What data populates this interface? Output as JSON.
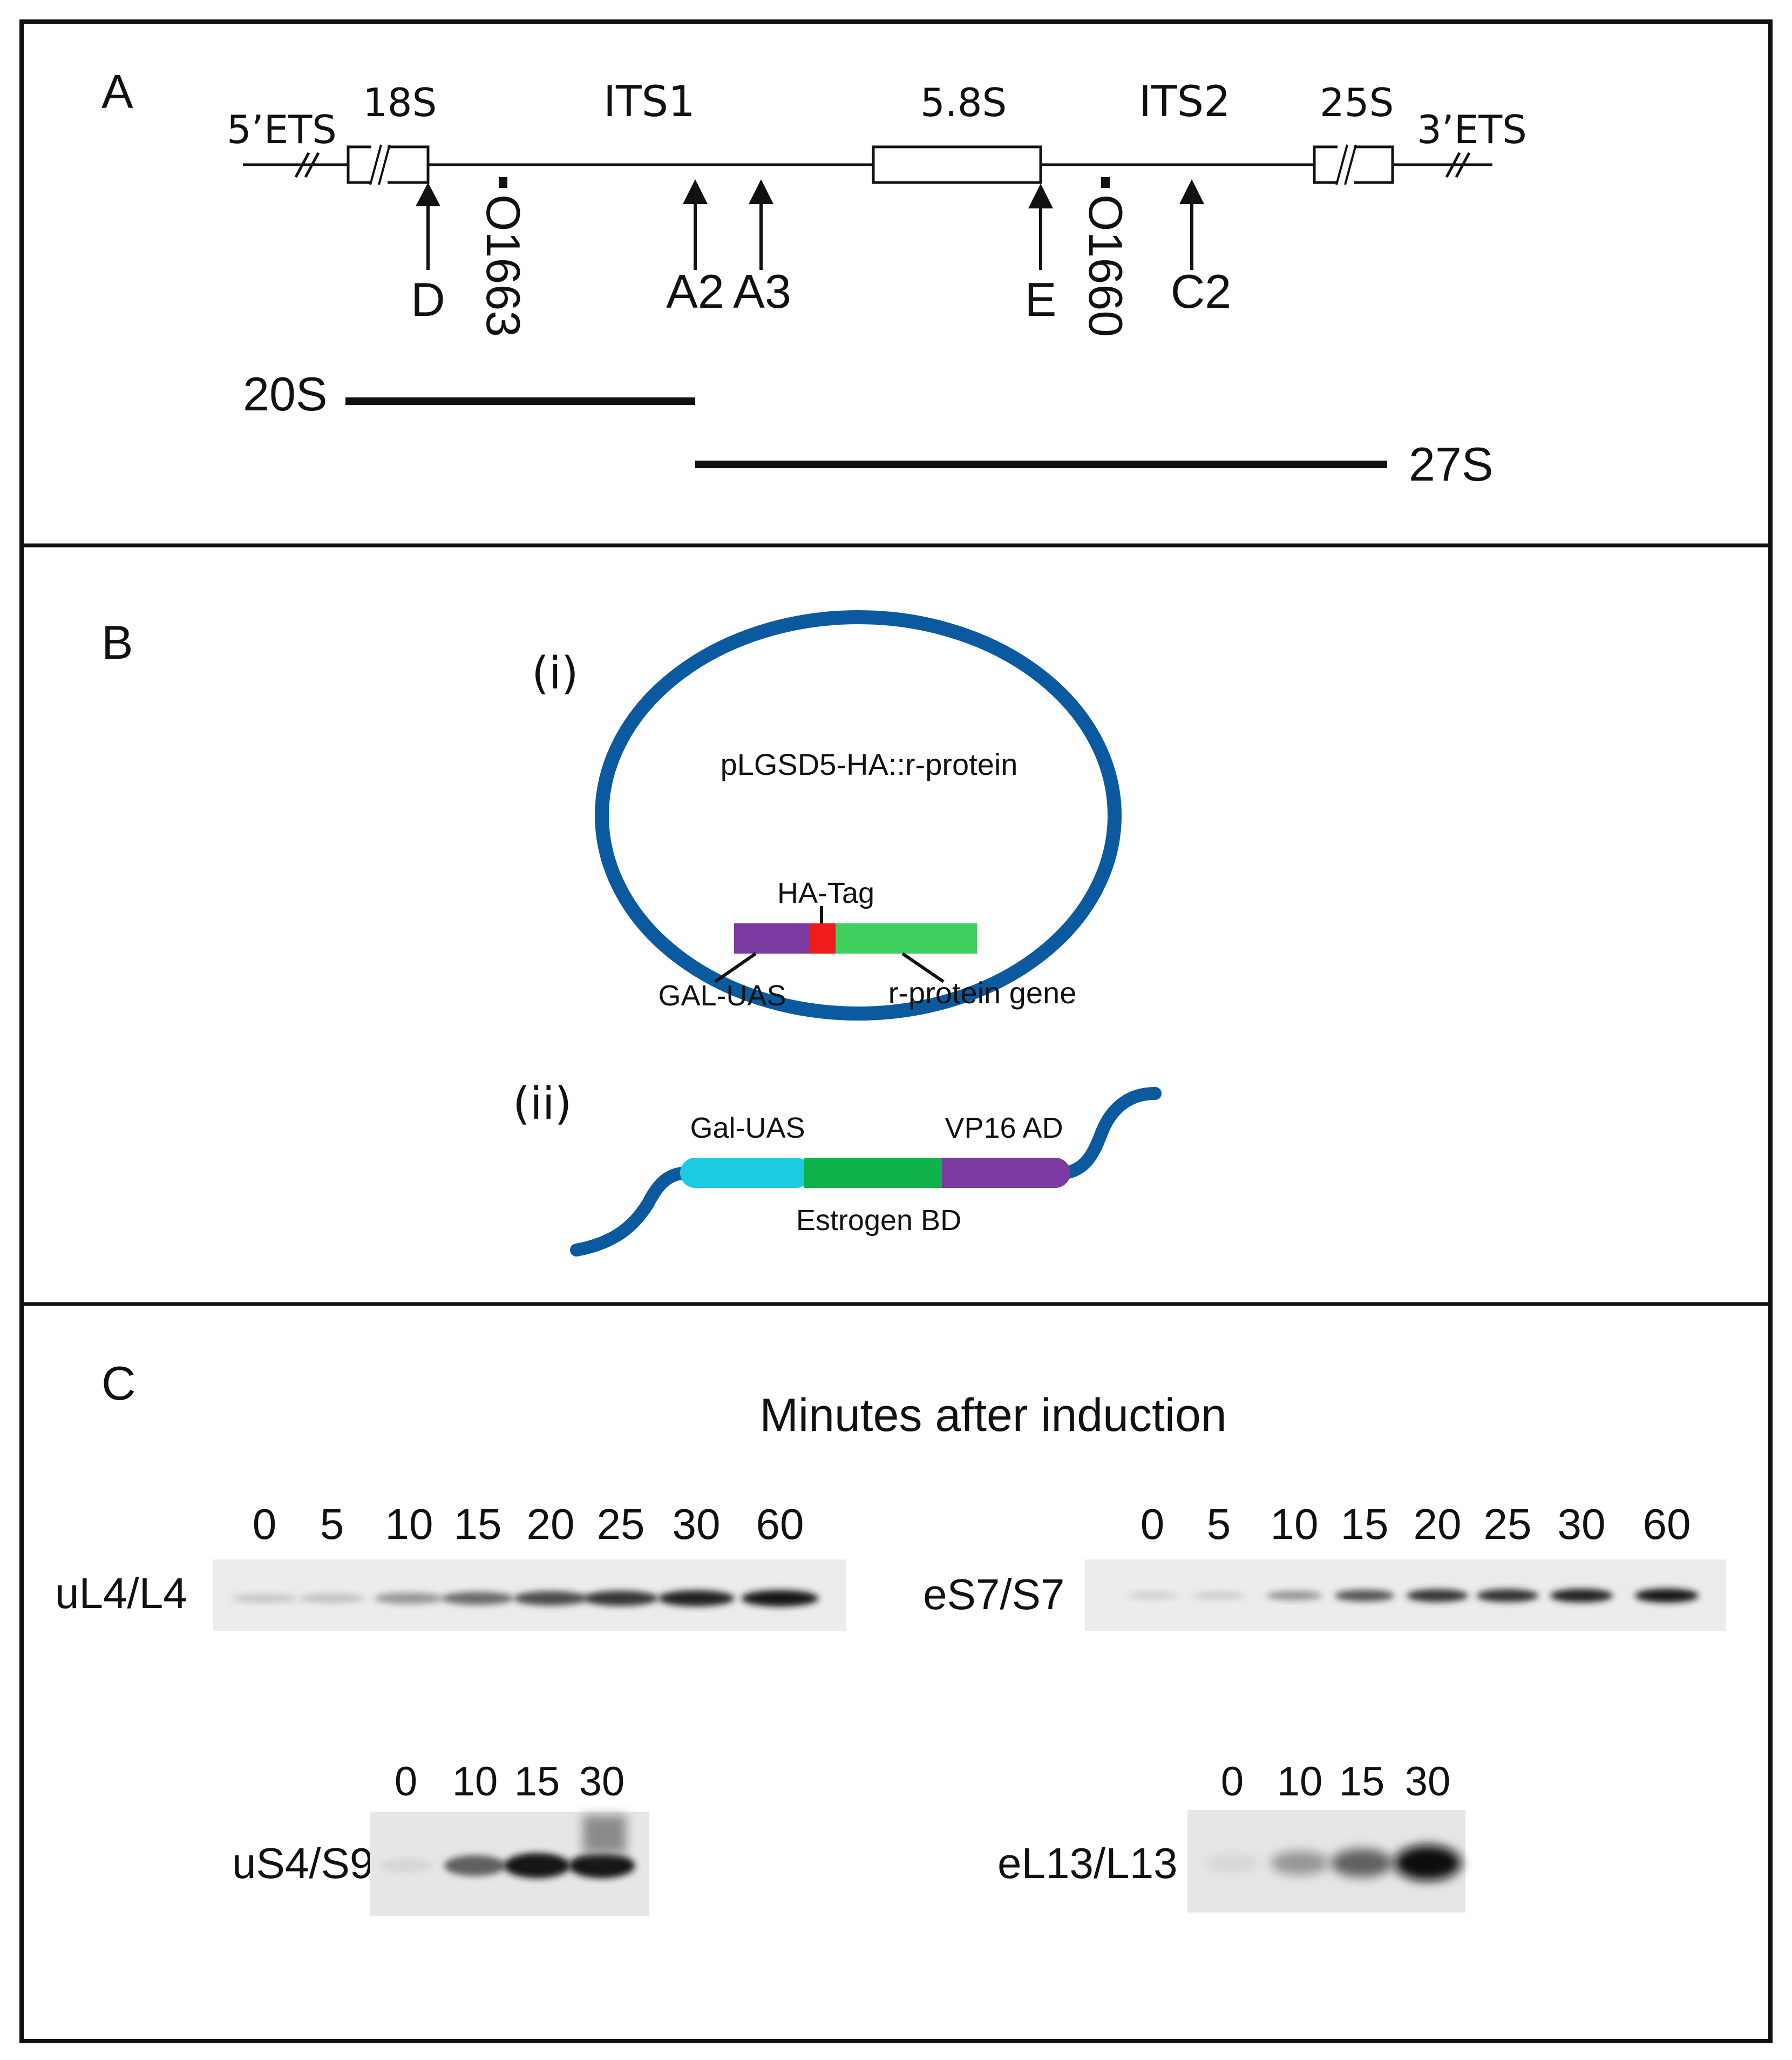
{
  "panel_a": {
    "label": "A",
    "regions": {
      "ets5": "5’ETS",
      "s18": "18S",
      "its1": "ITS1",
      "s58": "5.8S",
      "its2": "ITS2",
      "s25": "25S",
      "ets3": "3’ETS"
    },
    "sites": {
      "d": "D",
      "a2": "A2",
      "a3": "A3",
      "e": "E",
      "c2": "C2"
    },
    "probes": {
      "o1663": "O1663",
      "o1660": "O1660"
    },
    "products": {
      "s20": "20S",
      "s27": "27S"
    }
  },
  "panel_b": {
    "label": "B",
    "plasmid": {
      "marker": "(i)",
      "name": "pLGSD5-HA::r-protein",
      "ha_tag": "HA-Tag",
      "gal_uas": "GAL-UAS",
      "gene": "r-protein gene"
    },
    "construct": {
      "marker": "(ii)",
      "gal_uas": "Gal-UAS",
      "vp16": "VP16 AD",
      "estrogen": "Estrogen BD"
    }
  },
  "panel_c": {
    "label": "C",
    "title": "Minutes after induction",
    "blots": [
      {
        "name": "uL4/L4",
        "lanes": [
          "0",
          "5",
          "10",
          "15",
          "20",
          "25",
          "30",
          "60"
        ],
        "intensity": [
          0.12,
          0.15,
          0.35,
          0.55,
          0.7,
          0.8,
          0.9,
          0.95
        ]
      },
      {
        "name": "eS7/S7",
        "lanes": [
          "0",
          "5",
          "10",
          "15",
          "20",
          "25",
          "30",
          "60"
        ],
        "intensity": [
          0.08,
          0.1,
          0.35,
          0.65,
          0.8,
          0.82,
          0.9,
          0.95
        ]
      },
      {
        "name": "uS4/S9",
        "lanes": [
          "0",
          "10",
          "15",
          "30"
        ],
        "intensity": [
          0.05,
          0.6,
          0.95,
          0.95
        ]
      },
      {
        "name": "eL13/L13",
        "lanes": [
          "0",
          "10",
          "15",
          "30"
        ],
        "intensity": [
          0.05,
          0.35,
          0.6,
          1.0
        ]
      }
    ]
  },
  "colors": {
    "plasmid_blue": "#0b5aa0",
    "gal_uas_purple": "#7a3aa0",
    "ha_red": "#ee1c1c",
    "gene_green": "#3ecf5f",
    "uas_cyan": "#1ccbe0",
    "estrogen_green": "#0fb14b"
  }
}
